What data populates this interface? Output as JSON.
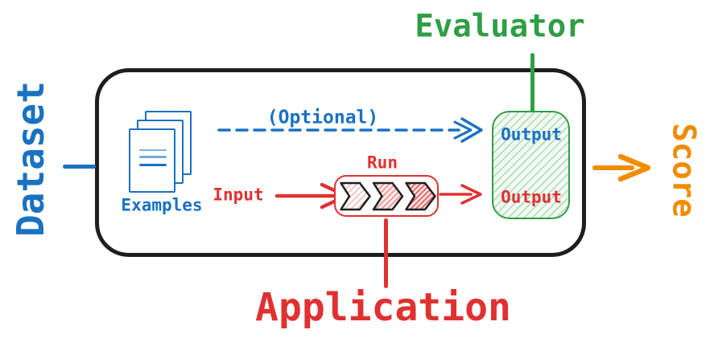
{
  "diagram": {
    "labels": {
      "dataset": "Dataset",
      "evaluator": "Evaluator",
      "score": "Score",
      "application": "Application",
      "examples": "Examples",
      "optional": "(Optional)",
      "input": "Input",
      "run": "Run",
      "evaluator_output": "Output",
      "application_output": "Output"
    },
    "icons": {
      "examples": "documents-icon",
      "run": "chevron-pipeline-icon"
    },
    "colors": {
      "blue": "#1971c2",
      "red": "#e03131",
      "green": "#2f9e44",
      "orange": "#f08c00",
      "outline_black": "#1e1e1e",
      "green_box_fill": "#f2faf3",
      "background": "#ffffff"
    }
  }
}
